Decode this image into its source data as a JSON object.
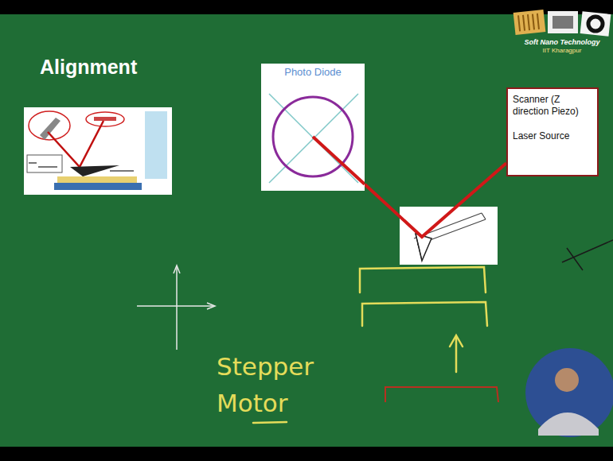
{
  "diagram": {
    "title": "Alignment",
    "nodes": [
      {
        "text": [
          "Photo Diode"
        ]
      },
      {
        "text": [
          "Scanner (Z direction Piezo)",
          "Laser Source"
        ]
      }
    ],
    "edges": [
      {
        "from": 1,
        "to": 0,
        "arrow": "none"
      }
    ],
    "labels": [
      "Stepper Motor",
      "Soft Nano Technology",
      "IIT Kharagpur"
    ]
  }
}
